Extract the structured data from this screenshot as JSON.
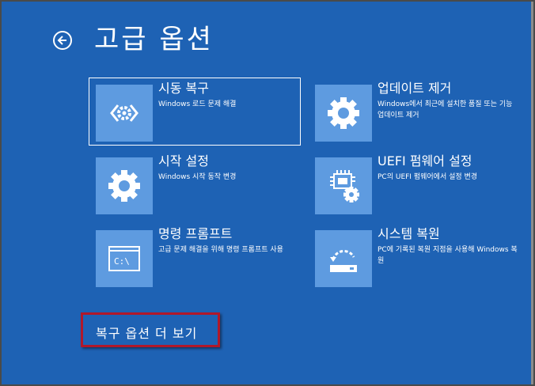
{
  "header": {
    "title": "고급 옵션"
  },
  "options": [
    {
      "title": "시동 복구",
      "desc": "Windows 로드 문제 해결",
      "icon": "startup-repair-icon"
    },
    {
      "title": "업데이트 제거",
      "desc": "Windows에서 최근에 설치한 품질 또는 기능 업데이트 제거",
      "icon": "gear-icon"
    },
    {
      "title": "시작 설정",
      "desc": "Windows 시작 동작 변경",
      "icon": "gear-icon"
    },
    {
      "title": "UEFI 펌웨어 설정",
      "desc": "PC의 UEFI 펌웨어에서 설정 변경",
      "icon": "firmware-chip-gear-icon"
    },
    {
      "title": "명령 프롬프트",
      "desc": "고급 문제 해결을 위해 명령 프롬프트 사용",
      "icon": "command-prompt-icon",
      "prompt_text": "C:\\"
    },
    {
      "title": "시스템 복원",
      "desc": "PC에 기록된 복원 지점을 사용해 Windows 복원",
      "icon": "system-restore-icon"
    }
  ],
  "footer": {
    "more_options": "복구 옵션 더 보기"
  },
  "colors": {
    "background": "#1e62b4",
    "tile": "#5e9be0",
    "highlight": "#b0182a"
  }
}
